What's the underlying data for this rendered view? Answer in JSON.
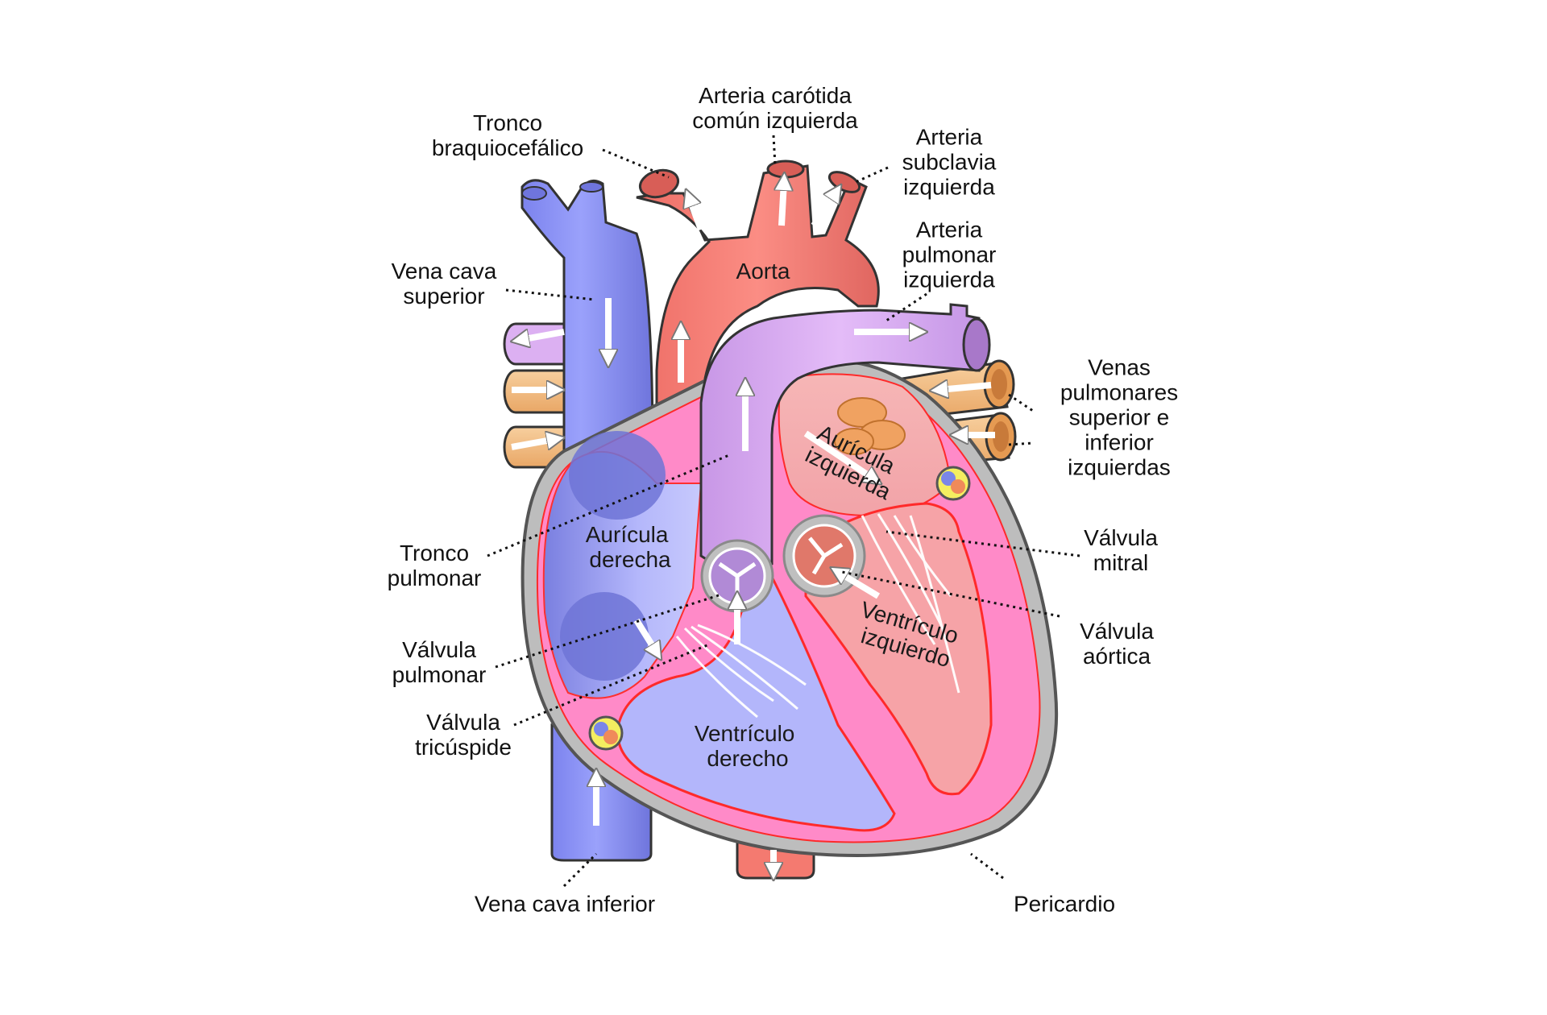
{
  "labels": {
    "tronco_braquiocefalico": [
      "Tronco",
      "braquiocefálico"
    ],
    "arteria_carotida": [
      "Arteria carótida",
      "común izquierda"
    ],
    "arteria_subclavia": [
      "Arteria",
      "subclavia",
      "izquierda"
    ],
    "vena_cava_superior": [
      "Vena cava",
      "superior"
    ],
    "aorta": "Aorta",
    "arteria_pulmonar": [
      "Arteria",
      "pulmonar",
      "izquierda"
    ],
    "venas_pulmonares": [
      "Venas",
      "pulmonares",
      "superior e",
      "inferior",
      "izquierdas"
    ],
    "auricula_izquierda": [
      "Aurícula",
      "izquierda"
    ],
    "auricula_derecha": [
      "Aurícula",
      "derecha"
    ],
    "tronco_pulmonar": [
      "Tronco",
      "pulmonar"
    ],
    "valvula_mitral": [
      "Válvula",
      "mitral"
    ],
    "valvula_aortica": [
      "Válvula",
      "aórtica"
    ],
    "valvula_pulmonar": [
      "Válvula",
      "pulmonar"
    ],
    "valvula_tricuspide": [
      "Válvula",
      "tricúspide"
    ],
    "ventriculo_izquierdo": [
      "Ventrículo",
      "izquierdo"
    ],
    "ventriculo_derecho": [
      "Ventrículo",
      "derecho"
    ],
    "vena_cava_inferior": "Vena cava inferior",
    "pericardio": "Pericardio"
  },
  "colors": {
    "vena_cava": "#8f96f5",
    "aorta": "#f0786f",
    "pulmonary_trunk": "#d9a9f0",
    "pulmonary_veins": "#f2bd86",
    "right_chambers": "#b3b6fb",
    "left_chambers": "#f4a0a8",
    "myocardium": "#ff88c8",
    "pericardium": "#8a8a8a"
  }
}
